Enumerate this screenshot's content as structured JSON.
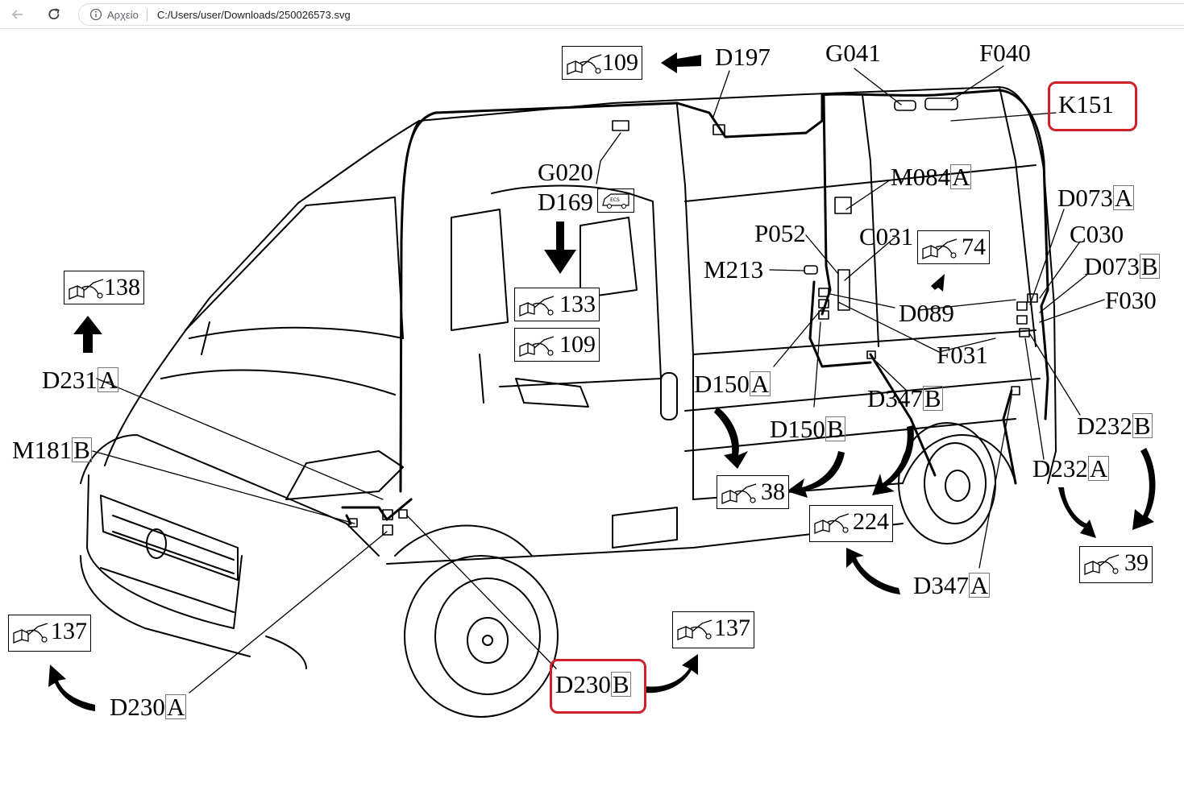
{
  "toolbar": {
    "back_icon": "arrow-left-icon",
    "reload_icon": "reload-icon",
    "info_icon": "info-circle-icon",
    "info_label": "Αρχείο",
    "url": "C:/Users/user/Downloads/250026573.svg"
  },
  "diagram": {
    "highlight_color": "#d0202a",
    "labels": {
      "d197": "D197",
      "g041": "G041",
      "f040": "F040",
      "k151": "K151",
      "g020": "G020",
      "d169": "D169",
      "m084": "M084",
      "m084_sfx": "A",
      "p052": "P052",
      "c031": "C031",
      "m213": "M213",
      "d073a": "D073",
      "d073a_sfx": "A",
      "c030": "C030",
      "d073b": "D073",
      "d073b_sfx": "B",
      "f030": "F030",
      "d089": "D089",
      "f031": "F031",
      "d231a": "D231",
      "d231a_sfx": "A",
      "m181b": "M181",
      "m181b_sfx": "B",
      "d150a": "D150",
      "d150a_sfx": "A",
      "d150b": "D150",
      "d150b_sfx": "B",
      "d347b": "D347",
      "d347b_sfx": "B",
      "d232b": "D232",
      "d232b_sfx": "B",
      "d232a": "D232",
      "d232a_sfx": "A",
      "d347a": "D347",
      "d347a_sfx": "A",
      "d230a": "D230",
      "d230a_sfx": "A",
      "d230b": "D230",
      "d230b_sfx": "B"
    },
    "refs": {
      "r109_top": "109",
      "r138": "138",
      "r133": "133",
      "r109_mid": "109",
      "r74": "74",
      "r38": "38",
      "r224": "224",
      "r39": "39",
      "r137_left": "137",
      "r137_bottom": "137"
    },
    "van_badge": "ECS"
  }
}
